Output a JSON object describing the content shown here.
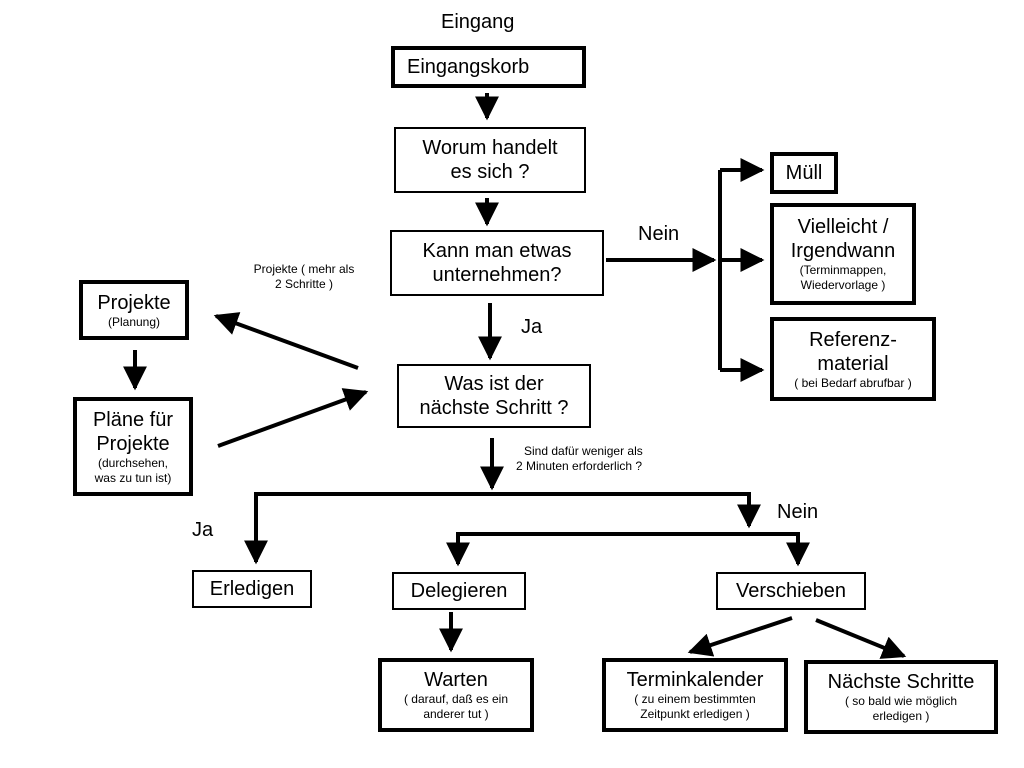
{
  "labels": {
    "entry": "Eingang",
    "nein_top": "Nein",
    "ja_mid": "Ja",
    "projects_note_1": "Projekte ( mehr als",
    "projects_note_2": "2 Schritte )",
    "two_min_1": "Sind dafür weniger als",
    "two_min_2": "2 Minuten erforderlich ?",
    "nein_bottom": "Nein",
    "ja_bottom": "Ja"
  },
  "nodes": {
    "inbox": {
      "title": "Eingangskorb"
    },
    "what_is_it": {
      "line1": "Worum handelt",
      "line2": "es sich ?"
    },
    "actionable": {
      "line1": "Kann man etwas",
      "line2": "unternehmen?"
    },
    "next_step": {
      "line1": "Was ist der",
      "line2": "nächste Schritt ?"
    },
    "projects": {
      "title": "Projekte",
      "sub": "(Planung)"
    },
    "project_plans": {
      "line1": "Pläne für",
      "line2": "Projekte",
      "sub1": "(durchsehen,",
      "sub2": "was zu tun ist)"
    },
    "trash": {
      "title": "Müll"
    },
    "someday": {
      "line1": "Vielleicht /",
      "line2": "Irgendwann",
      "sub1": "(Terminmappen,",
      "sub2": "Wiedervorlage )"
    },
    "reference": {
      "line1": "Referenz-",
      "line2": "material",
      "sub": "( bei Bedarf abrufbar )"
    },
    "do_it": {
      "title": "Erledigen"
    },
    "delegate": {
      "title": "Delegieren"
    },
    "defer": {
      "title": "Verschieben"
    },
    "waiting": {
      "title": "Warten",
      "sub1": "( darauf, daß es ein",
      "sub2": "anderer tut )"
    },
    "calendar": {
      "title": "Terminkalender",
      "sub1": "( zu einem bestimmten",
      "sub2": "Zeitpunkt erledigen )"
    },
    "next_actions": {
      "title": "Nächste Schritte",
      "sub1": "( so bald wie möglich",
      "sub2": "erledigen )"
    }
  }
}
